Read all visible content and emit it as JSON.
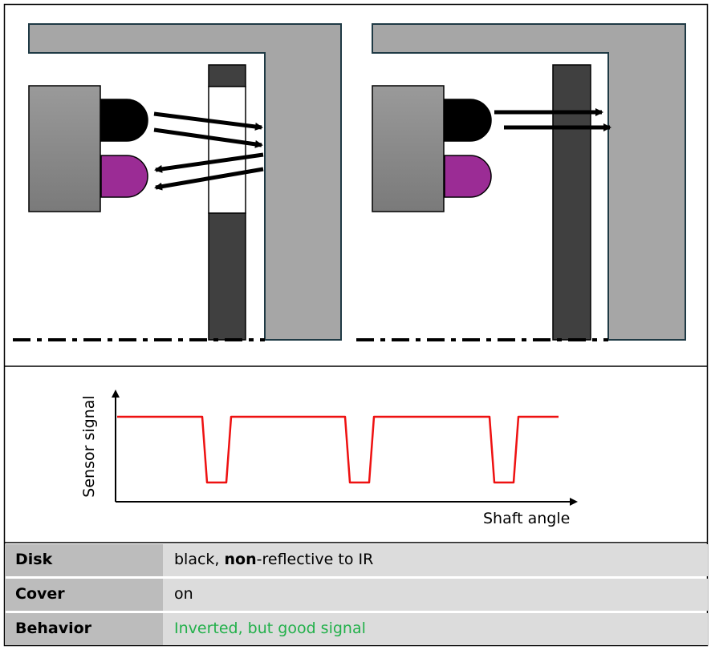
{
  "chart_data": {
    "type": "line",
    "xlabel": "Shaft angle",
    "ylabel": "Sensor signal",
    "series": [
      {
        "values": [
          1,
          1,
          0,
          0,
          1,
          1,
          0,
          0,
          1,
          1,
          0,
          0,
          1,
          1
        ]
      }
    ],
    "colors": {
      "signal": "#ee1111"
    }
  },
  "table": {
    "rows": [
      {
        "label": "Disk",
        "value_parts": [
          "black, ",
          "non",
          "-reflective to IR"
        ]
      },
      {
        "label": "Cover",
        "value": "on"
      },
      {
        "label": "Behavior",
        "value": "Inverted, but good signal",
        "color": "#22b04a"
      }
    ]
  },
  "colors": {
    "housing": "#a6a6a6",
    "disk": "#404040",
    "emitter": "#000000",
    "receiver": "#9b2c95",
    "outline": "#1f3a45"
  }
}
